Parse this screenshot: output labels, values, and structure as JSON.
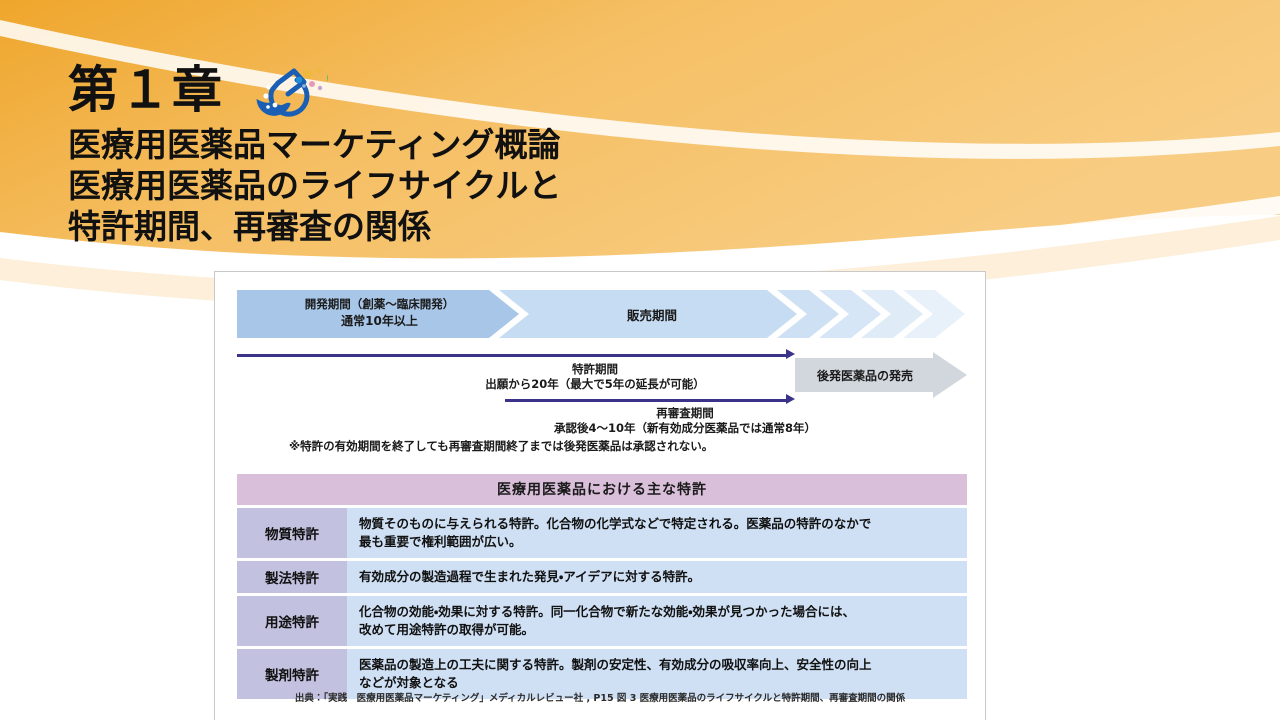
{
  "slide": {
    "chapter": "第１章",
    "title_lines": [
      "医療用医薬品マーケティング概論",
      "医療用医薬品のライフサイクルと",
      "特許期間、再審査の関係"
    ],
    "icon": "flask-icon"
  },
  "colors": {
    "accent_orange": "#f2b44d",
    "panel_border": "#c9c9c9",
    "chevron_dev": "#a8c6e8",
    "chevron_sales": "#c5dcf2",
    "arrow_navy": "#3b3289",
    "table_header": "#d9bfd9",
    "table_key": "#c3c1e0",
    "table_value": "#cfe0f5",
    "generic_gray": "#d2d7de"
  },
  "timeline": {
    "development": {
      "line1": "開発期間（創薬～臨床開発）",
      "line2": "通常10年以上"
    },
    "sales": {
      "label": "販売期間"
    },
    "generic": {
      "label": "後発医薬品の発売"
    }
  },
  "periods": [
    {
      "name": "特許期間",
      "detail": "出願から20年（最大で5年の延長が可能）"
    },
    {
      "name": "再審査期間",
      "detail": "承認後4～10年（新有効成分医薬品では通常8年）"
    }
  ],
  "note": "※特許の有効期間を終了しても再審査期間終了までは後発医薬品は承認されない。",
  "table": {
    "title": "医療用医薬品における主な特許",
    "rows": [
      {
        "key": "物質特許",
        "lines": [
          "物質そのものに与えられる特許。化合物の化学式などで特定される。医薬品の特許のなかで",
          "最も重要で権利範囲が広い。"
        ]
      },
      {
        "key": "製法特許",
        "lines": [
          "有効成分の製造過程で生まれた発見・アイデアに対する特許。"
        ]
      },
      {
        "key": "用途特許",
        "lines": [
          "化合物の効能・効果に対する特許。同一化合物で新たな効能・効果が見つかった場合には、",
          "改めて用途特許の取得が可能。"
        ]
      },
      {
        "key": "製剤特許",
        "lines": [
          "医薬品の製造上の工夫に関する特許。製剤の安定性、有効成分の吸収率向上、安全性の向上",
          "などが対象となる"
        ]
      }
    ]
  },
  "source": "出典：「実践　医療用医薬品マーケティング」メディカルレビュー社 , P15 図 3 医療用医薬品のライフサイクルと特許期間、再審査期間の関係"
}
